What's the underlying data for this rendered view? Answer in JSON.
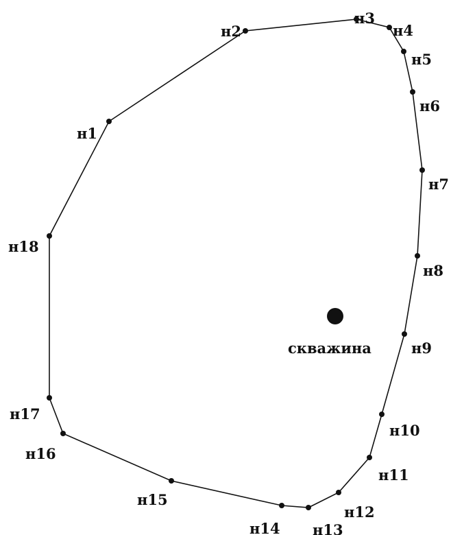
{
  "diagram": {
    "points": [
      {
        "id": "n1",
        "label": "н1"
      },
      {
        "id": "n2",
        "label": "н2"
      },
      {
        "id": "n3",
        "label": "н3"
      },
      {
        "id": "n4",
        "label": "н4"
      },
      {
        "id": "n5",
        "label": "н5"
      },
      {
        "id": "n6",
        "label": "н6"
      },
      {
        "id": "n7",
        "label": "н7"
      },
      {
        "id": "n8",
        "label": "н8"
      },
      {
        "id": "n9",
        "label": "н9"
      },
      {
        "id": "n10",
        "label": "н10"
      },
      {
        "id": "n11",
        "label": "н11"
      },
      {
        "id": "n12",
        "label": "н12"
      },
      {
        "id": "n13",
        "label": "н13"
      },
      {
        "id": "n14",
        "label": "н14"
      },
      {
        "id": "n15",
        "label": "н15"
      },
      {
        "id": "n16",
        "label": "н16"
      },
      {
        "id": "n17",
        "label": "н17"
      },
      {
        "id": "n18",
        "label": "н18"
      }
    ],
    "well": {
      "label": "скважина"
    },
    "colors": {
      "line": "#111111",
      "background": "#ffffff"
    }
  }
}
